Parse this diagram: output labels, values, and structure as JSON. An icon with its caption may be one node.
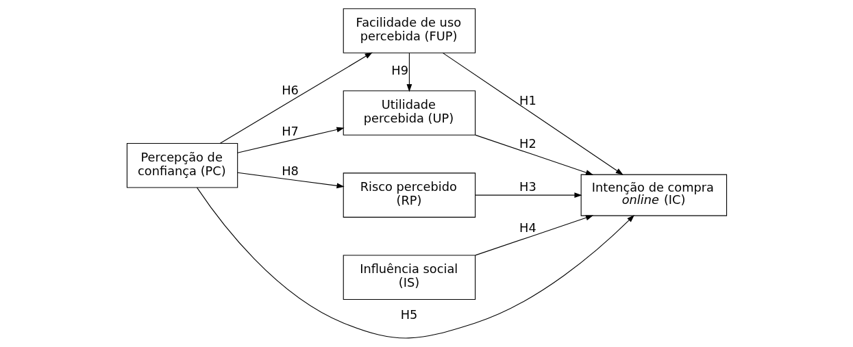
{
  "diagram": {
    "nodes": [
      {
        "text": [
          "Percepção de confiança (PC)"
        ]
      },
      {
        "text": [
          "Facilidade de uso percebida (FUP)"
        ]
      },
      {
        "text": [
          "Utilidade percebida (UP)"
        ]
      },
      {
        "text": [
          "Risco percebido (RP)"
        ]
      },
      {
        "text": [
          "Influência social (IS)"
        ]
      },
      {
        "text": [
          "Intenção de compra *online* (IC)"
        ]
      }
    ],
    "edges": [
      {
        "from": 0,
        "to": 1,
        "arrow": "to",
        "label": "H6"
      },
      {
        "from": 1,
        "to": 5,
        "arrow": "to",
        "label": "H1"
      },
      {
        "from": 1,
        "to": 2,
        "arrow": "to",
        "label": "H9"
      },
      {
        "from": 0,
        "to": 5,
        "arrow": "to",
        "label": "H5"
      },
      {
        "from": 0,
        "to": 2,
        "arrow": "to",
        "label": "H7"
      },
      {
        "from": 0,
        "to": 3,
        "arrow": "to",
        "label": "H8"
      },
      {
        "from": 2,
        "to": 5,
        "arrow": "to",
        "label": "H2"
      },
      {
        "from": 3,
        "to": 5,
        "arrow": "to",
        "label": "H3"
      },
      {
        "from": 4,
        "to": 5,
        "arrow": "to",
        "label": "H4"
      }
    ]
  }
}
